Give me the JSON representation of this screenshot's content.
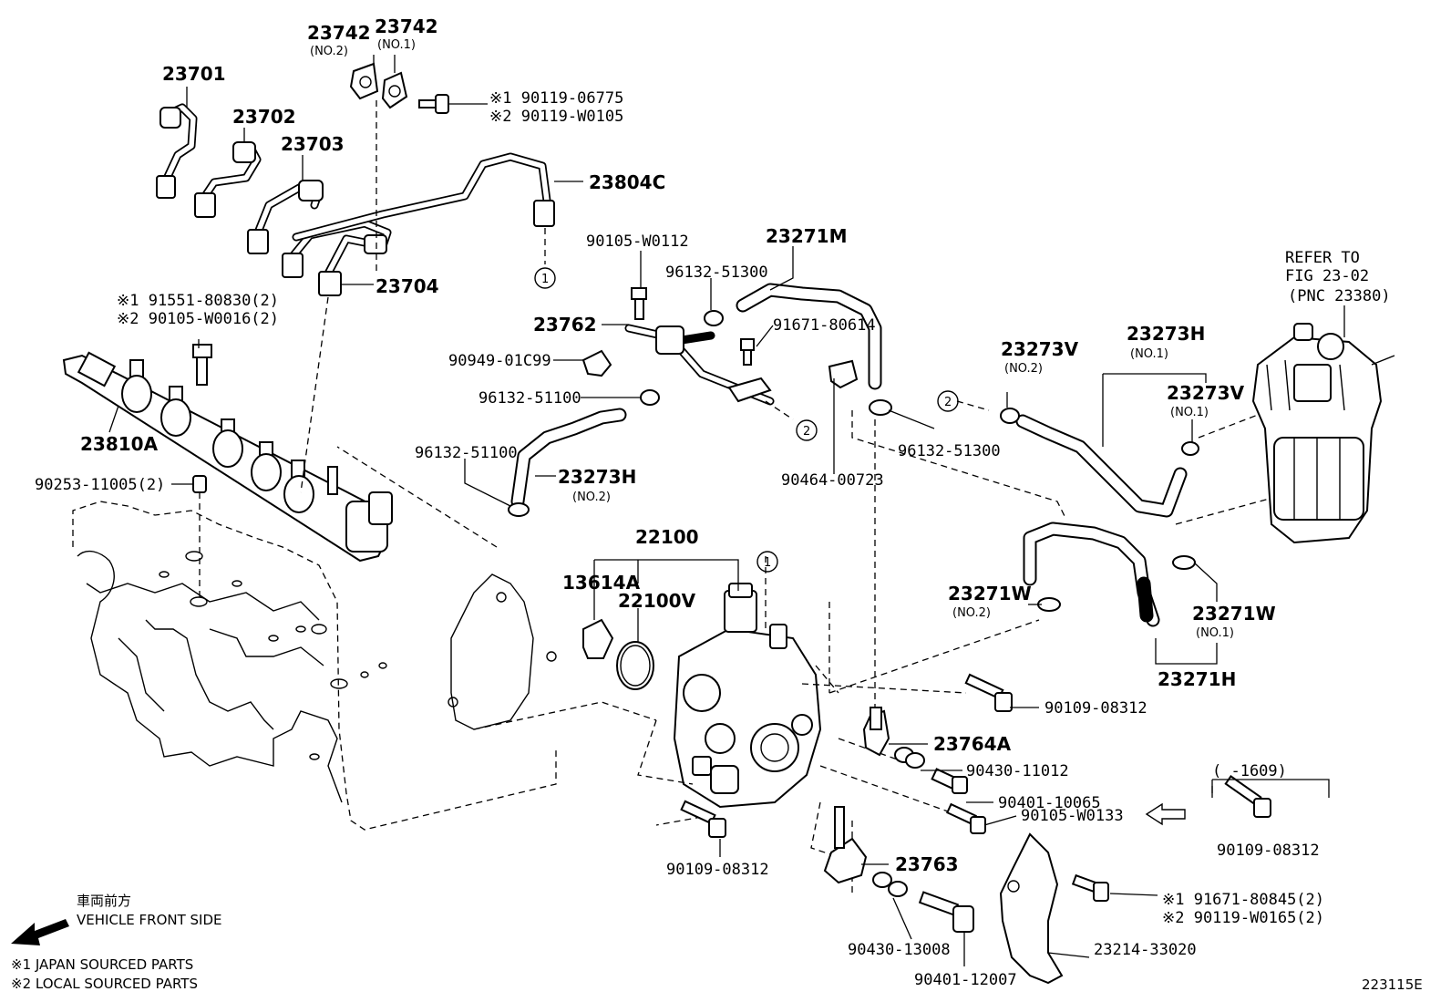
{
  "labels": {
    "p23742_no2": "23742",
    "p23742_no2_sub": "(NO.2)",
    "p23742_no1": "23742",
    "p23742_no1_sub": "(NO.1)",
    "p23701": "23701",
    "p23702": "23702",
    "p23703": "23703",
    "p23704": "23704",
    "p23804c": "23804C",
    "bolt_top_1": "※1 90119-06775",
    "bolt_top_2": "※2 90119-W0105",
    "p90105_w0112": "90105-W0112",
    "p23271m": "23271M",
    "p96132_51300_a": "96132-51300",
    "p91671_80614": "91671-80614",
    "p23762": "23762",
    "p90949_01c99": "90949-01C99",
    "p96132_51100_a": "96132-51100",
    "p96132_51100_b": "96132-51100",
    "p23273h_no2": "23273H",
    "p23273h_no2_sub": "(NO.2)",
    "p90464_00723": "90464-00723",
    "p96132_51300_b": "96132-51300",
    "p91551_1": "※1 91551-80830(2)",
    "p91551_2": "※2 90105-W0016(2)",
    "p23810a": "23810A",
    "p90253": "90253-11005(2)",
    "refer_1": "REFER TO",
    "refer_2": "FIG 23-02",
    "refer_3": "(PNC 23380)",
    "p23273v_no2": "23273V",
    "p23273v_no2_sub": "(NO.2)",
    "p23273h_no1": "23273H",
    "p23273h_no1_sub": "(NO.1)",
    "p23273v_no1": "23273V",
    "p23273v_no1_sub": "(NO.1)",
    "p22100": "22100",
    "p13614a": "13614A",
    "p22100v": "22100V",
    "p23271w_no2": "23271W",
    "p23271w_no2_sub": "(NO.2)",
    "p23271w_no1": "23271W",
    "p23271w_no1_sub": "(NO.1)",
    "p23271h": "23271H",
    "p90109_08312_a": "90109-08312",
    "p23764a": "23764A",
    "p90430_11012": "90430-11012",
    "p90401_10065": "90401-10065",
    "p90105_w0133": "90105-W0133",
    "date_range": "(      -1609)",
    "p90109_08312_b": "90109-08312",
    "p90109_08312_c": "90109-08312",
    "p23763": "23763",
    "p91671_80845": "※1 91671-80845(2)",
    "p90119_w0165": "※2 90119-W0165(2)",
    "p90430_13008": "90430-13008",
    "p23214_33020": "23214-33020",
    "p90401_12007": "90401-12007",
    "circle_1": "1",
    "circle_2": "2"
  },
  "legend": {
    "front_jp": "車両前方",
    "front_en": "VEHICLE FRONT SIDE",
    "note_1": "※1 JAPAN SOURCED PARTS",
    "note_2": "※2 LOCAL SOURCED PARTS"
  },
  "figure_id": "223115E"
}
